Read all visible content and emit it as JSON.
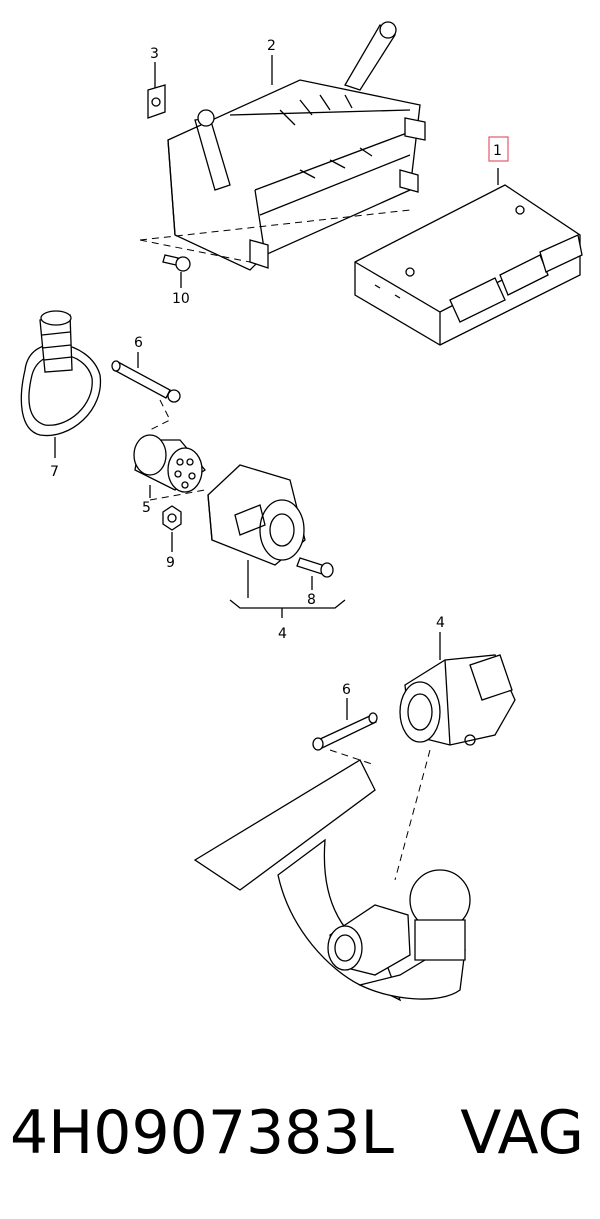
{
  "diagram": {
    "callouts": [
      {
        "id": "c1",
        "label": "1"
      },
      {
        "id": "c2",
        "label": "2"
      },
      {
        "id": "c3",
        "label": "3"
      },
      {
        "id": "c4a",
        "label": "4"
      },
      {
        "id": "c4b",
        "label": "4"
      },
      {
        "id": "c5",
        "label": "5"
      },
      {
        "id": "c6a",
        "label": "6"
      },
      {
        "id": "c6b",
        "label": "6"
      },
      {
        "id": "c7",
        "label": "7"
      },
      {
        "id": "c8",
        "label": "8"
      },
      {
        "id": "c9",
        "label": "9"
      },
      {
        "id": "c10",
        "label": "10"
      }
    ],
    "highlight_color": "#e05a6a"
  },
  "footer": {
    "part_number": "4H0907383L",
    "brand": "VAG"
  }
}
